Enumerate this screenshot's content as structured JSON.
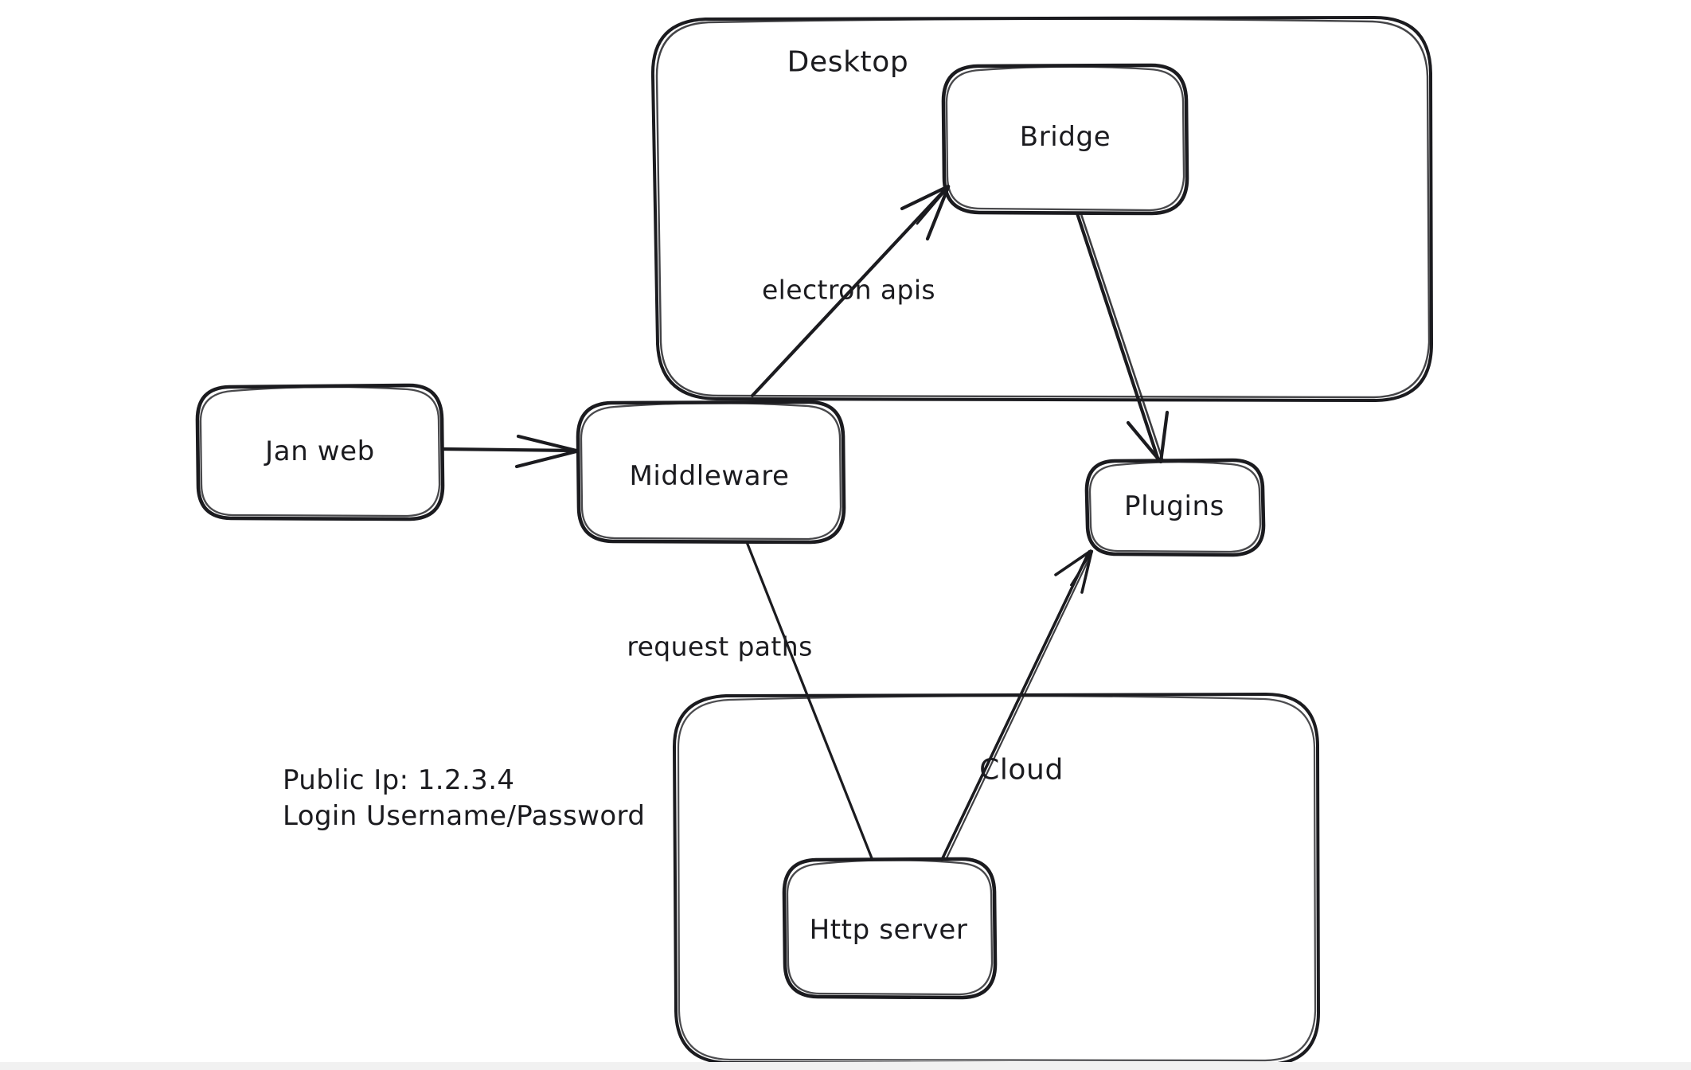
{
  "diagram": {
    "title": "Jan application architecture sketch",
    "style": "hand-drawn whiteboard sketch",
    "stroke_color": "#1b1b1f",
    "background_color": "#ffffff",
    "groups": [
      {
        "id": "desktop",
        "label": "Desktop"
      },
      {
        "id": "cloud",
        "label": "Cloud"
      }
    ],
    "nodes": [
      {
        "id": "jan-web",
        "label": "Jan web"
      },
      {
        "id": "middleware",
        "label": "Middleware"
      },
      {
        "id": "bridge",
        "label": "Bridge"
      },
      {
        "id": "plugins",
        "label": "Plugins"
      },
      {
        "id": "http-server",
        "label": "Http server"
      }
    ],
    "edges": [
      {
        "id": "janweb-to-middleware",
        "from": "Jan web",
        "to": "Middleware",
        "label": ""
      },
      {
        "id": "middleware-to-bridge",
        "from": "Middleware",
        "to": "Bridge",
        "label": "electron apis"
      },
      {
        "id": "bridge-to-plugins",
        "from": "Bridge",
        "to": "Plugins",
        "label": ""
      },
      {
        "id": "httpserver-to-middleware",
        "from": "Http server",
        "to": "Middleware",
        "label": "request paths"
      },
      {
        "id": "httpserver-to-plugins",
        "from": "Http server",
        "to": "Plugins",
        "label": ""
      }
    ],
    "edge_labels": {
      "electron_apis": "electron apis",
      "request_paths": "request paths"
    },
    "notes": {
      "public_ip": "Public Ip: 1.2.3.4",
      "login": "Login Username/Password"
    }
  }
}
